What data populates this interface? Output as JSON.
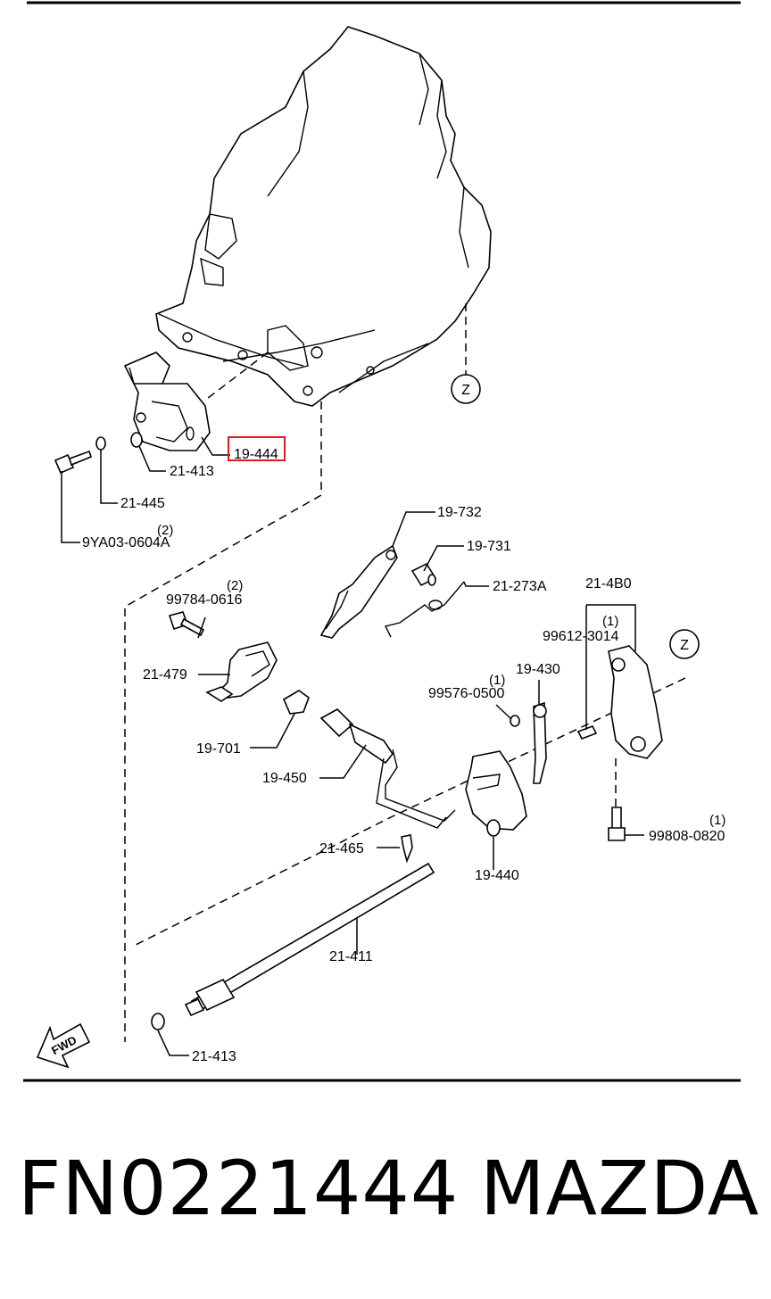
{
  "diagram": {
    "highlight_color": "#e0191b",
    "ref_markers": [
      "Z",
      "Z"
    ],
    "fwd_label": "FWD",
    "parts": [
      {
        "id": "19-444",
        "label": "19-444",
        "qty": ""
      },
      {
        "id": "21-413-a",
        "label": "21-413",
        "qty": ""
      },
      {
        "id": "21-445",
        "label": "21-445",
        "qty": ""
      },
      {
        "id": "9YA03-0604A",
        "label": "9YA03-0604A",
        "qty": "(2)"
      },
      {
        "id": "19-732",
        "label": "19-732",
        "qty": ""
      },
      {
        "id": "19-731",
        "label": "19-731",
        "qty": ""
      },
      {
        "id": "21-273A",
        "label": "21-273A",
        "qty": ""
      },
      {
        "id": "21-4B0",
        "label": "21-4B0",
        "qty": ""
      },
      {
        "id": "99612-3014",
        "label": "99612-3014",
        "qty": "(1)"
      },
      {
        "id": "99784-0616",
        "label": "99784-0616",
        "qty": "(2)"
      },
      {
        "id": "21-479",
        "label": "21-479",
        "qty": ""
      },
      {
        "id": "19-430",
        "label": "19-430",
        "qty": ""
      },
      {
        "id": "99576-0500",
        "label": "99576-0500",
        "qty": "(1)"
      },
      {
        "id": "19-701",
        "label": "19-701",
        "qty": ""
      },
      {
        "id": "19-450",
        "label": "19-450",
        "qty": ""
      },
      {
        "id": "21-465",
        "label": "21-465",
        "qty": ""
      },
      {
        "id": "19-440",
        "label": "19-440",
        "qty": ""
      },
      {
        "id": "99808-0820",
        "label": "99808-0820",
        "qty": "(1)"
      },
      {
        "id": "21-411",
        "label": "21-411",
        "qty": ""
      },
      {
        "id": "21-413-b",
        "label": "21-413",
        "qty": ""
      }
    ]
  },
  "caption": {
    "part_number": "FN0221444",
    "brand": "MAZDA"
  }
}
